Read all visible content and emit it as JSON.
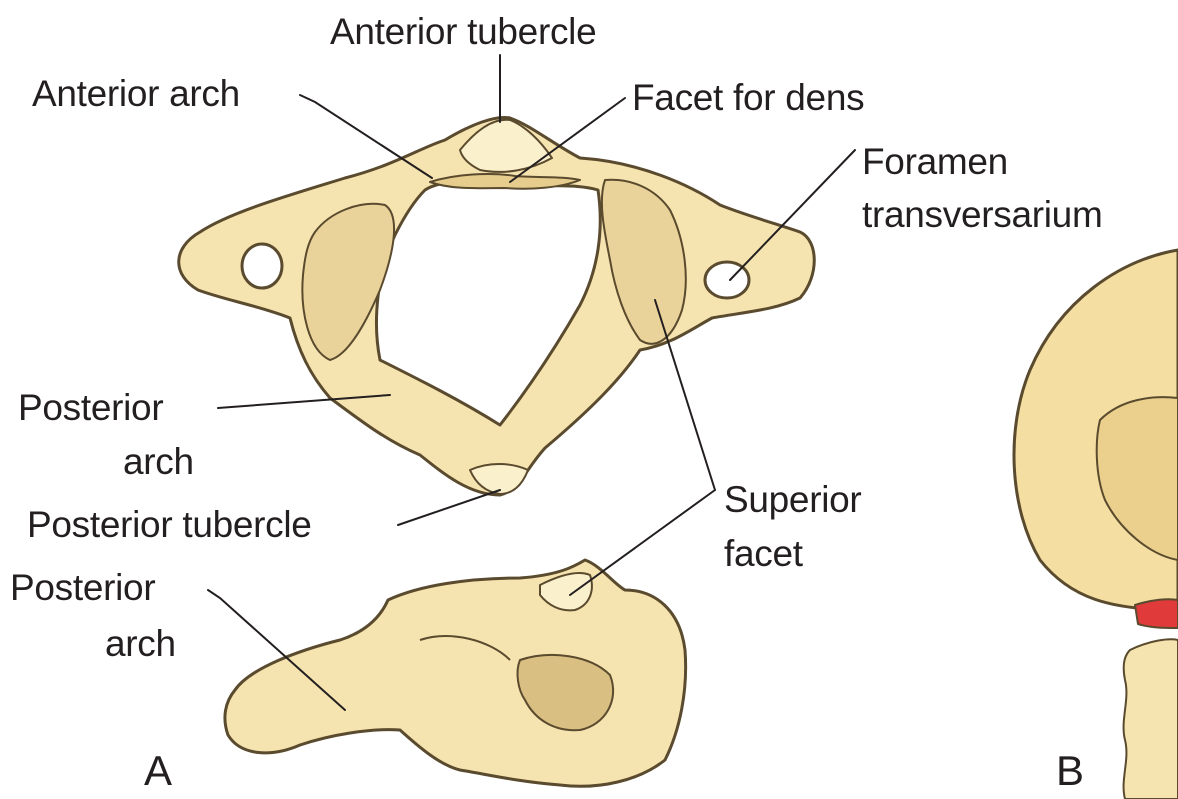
{
  "labels": {
    "anterior_tubercle": "Anterior tubercle",
    "anterior_arch": "Anterior arch",
    "facet_for_dens": "Facet for dens",
    "foramen_transversarium_line1": "Foramen",
    "foramen_transversarium_line2": "transversarium",
    "posterior_arch_top_line1": "Posterior",
    "posterior_arch_top_line2": "arch",
    "posterior_tubercle": "Posterior tubercle",
    "superior_facet_line1": "Superior",
    "superior_facet_line2": "facet",
    "posterior_arch_bottom_line1": "Posterior",
    "posterior_arch_bottom_line2": "arch"
  },
  "panels": {
    "a": "A",
    "b": "B"
  },
  "colors": {
    "bone_fill": "#f6e4b0",
    "bone_light": "#fbf0cc",
    "bone_shade": "#d9bf82",
    "bone_outline": "#5a4a2e",
    "skull_fill": "#f4dea2",
    "highlight_red": "#e03a3a",
    "leader_line": "#231f20"
  }
}
